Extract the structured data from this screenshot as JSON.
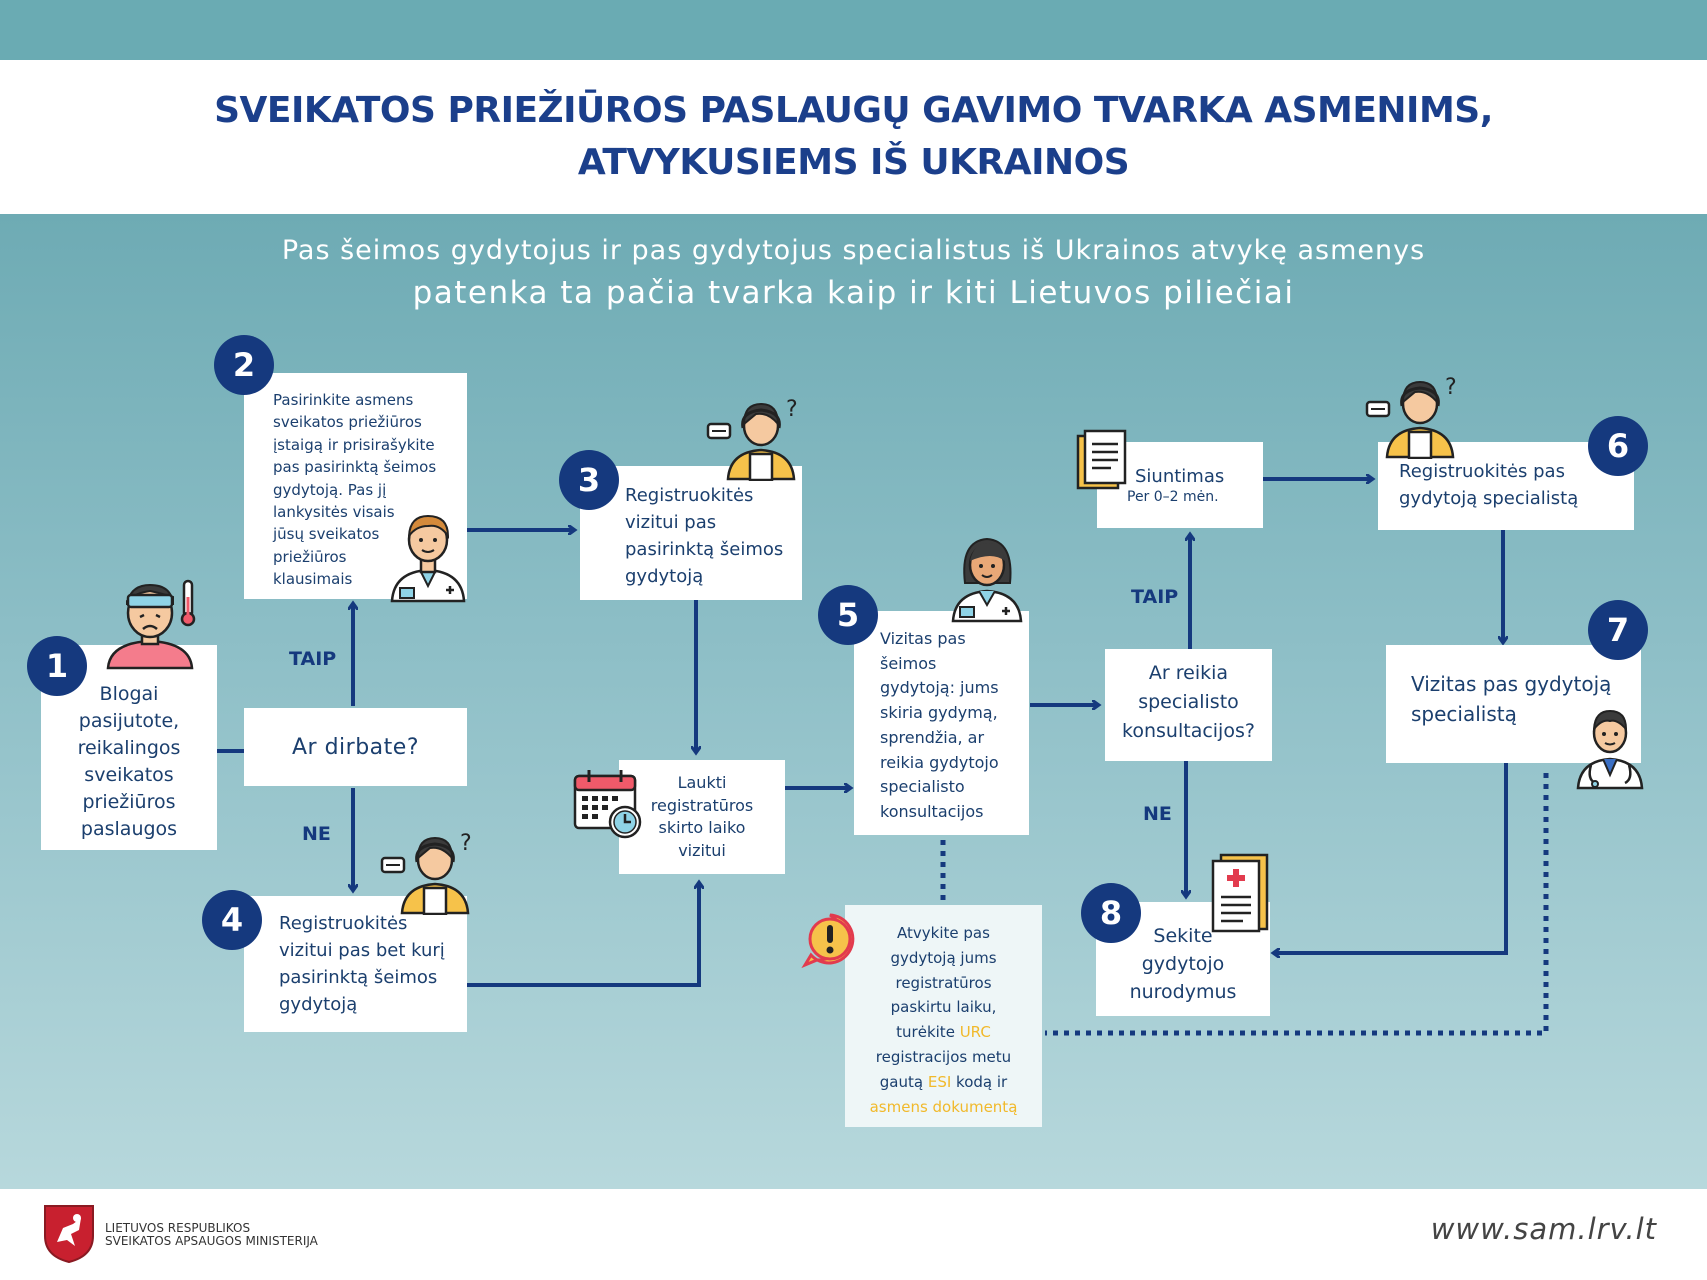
{
  "title": {
    "line1": "SVEIKATOS PRIEŽIŪROS PASLAUGŲ GAVIMO TVARKA ASMENIMS,",
    "line2": "ATVYKUSIEMS IŠ UKRAINOS"
  },
  "subtitle": {
    "line1": "Pas šeimos gydytojus ir pas gydytojus specialistus iš Ukrainos atvykę asmenys",
    "line2": "patenka ta pačia tvarka kaip ir kiti Lietuvos piliečiai"
  },
  "steps": {
    "s1": {
      "num": "1",
      "lines": [
        "Blogai",
        "pasijutote,",
        "reikalingos",
        "sveikatos",
        "priežiūros",
        "paslaugos"
      ]
    },
    "s2": {
      "num": "2",
      "lines": [
        "Pasirinkite asmens",
        "sveikatos priežiūros",
        "įstaigą ir prisirašykite",
        "pas pasirinktą šeimos",
        "gydytoją. Pas jį",
        "lankysitės visais",
        "jūsų sveikatos",
        "priežiūros",
        "klausimais"
      ]
    },
    "q1": {
      "text": "Ar dirbate?"
    },
    "s3": {
      "num": "3",
      "lines": [
        "Registruokitės",
        "vizitui pas",
        "pasirinktą šeimos",
        "gydytoją"
      ]
    },
    "s4": {
      "num": "4",
      "lines": [
        "Registruokitės",
        "vizitui pas bet kurį",
        "pasirinktą šeimos",
        "gydytoją"
      ]
    },
    "wait": {
      "lines": [
        "Laukti",
        "registratūros",
        "skirto laiko",
        "vizitui"
      ]
    },
    "s5": {
      "num": "5",
      "lines": [
        "Vizitas pas",
        "šeimos",
        "gydytoją: jums",
        "skiria gydymą,",
        "sprendžia, ar",
        "reikia gydytojo",
        "specialisto",
        "konsultacijos"
      ]
    },
    "q2": {
      "lines": [
        "Ar reikia",
        "specialisto",
        "konsultacijos?"
      ]
    },
    "ref": {
      "title": "Siuntimas",
      "sub": "Per 0–2 mėn."
    },
    "s6": {
      "num": "6",
      "lines": [
        "Registruokitės pas",
        "gydytoją specialistą"
      ]
    },
    "s7": {
      "num": "7",
      "lines": [
        "Vizitas pas gydytoją",
        "specialistą"
      ]
    },
    "s8": {
      "num": "8",
      "lines": [
        "Sekite",
        "gydytojo",
        "nurodymus"
      ]
    },
    "note": {
      "l1": "Atvykite pas",
      "l2": "gydytoją jums",
      "l3": "registratūros",
      "l4": "paskirtu laiku,",
      "l5a": "turėkite ",
      "l5b": "URC",
      "l6": "registracijos metu",
      "l7a": "gautą ",
      "l7b": "ESI",
      "l7c": " kodą ir",
      "l8": "asmens dokumentą"
    }
  },
  "labels": {
    "yes1": "TAIP",
    "no1": "NE",
    "yes2": "TAIP",
    "no2": "NE"
  },
  "footer": {
    "ministry_l1": "LIETUVOS RESPUBLIKOS",
    "ministry_l2": "SVEIKATOS APSAUGOS MINISTERIJA",
    "url": "www.sam.lrv.lt"
  },
  "colors": {
    "navy": "#15397e",
    "teal": "#6aabb3",
    "highlight": "#f1b92b"
  }
}
